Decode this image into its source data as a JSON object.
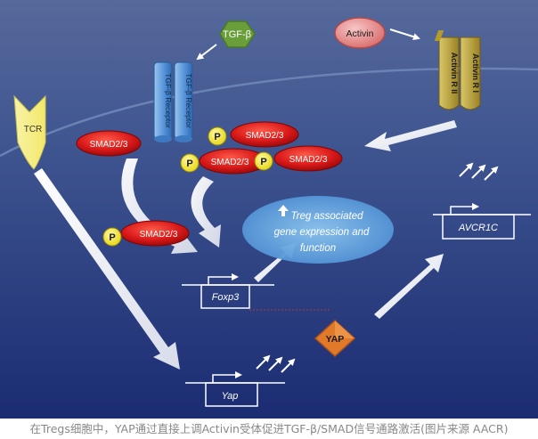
{
  "diagram": {
    "tgf_beta": "TGF-β",
    "activin": "Activin",
    "tgf_receptor": "TGF-β Receptor",
    "activin_r2": "Activin R II",
    "activin_r1": "Activin R I",
    "tcr": "TCR",
    "smad": "SMAD2/3",
    "phospho": "P",
    "yap": "YAP",
    "treg_line1": "Treg associated",
    "treg_line2": "gene expression and",
    "treg_line3": "function",
    "gene_foxp3": "Foxp3",
    "gene_avcr1c": "AVCR1C",
    "gene_yap": "Yap"
  },
  "caption": "在Tregs细胞中，YAP通过直接上调Activin受体促进TGF-β/SMAD信号通路激活(图片来源 AACR)",
  "colors": {
    "background_top": "#536699",
    "background_bottom": "#1e2f74",
    "smad_red": "#d81818",
    "phospho_yellow": "#f0e420",
    "tgf_green": "#6a9e3a",
    "yap_orange": "#e07a2a",
    "receptor_blue": "#4e8fd6",
    "activin_receptor": "#b59b2e"
  }
}
